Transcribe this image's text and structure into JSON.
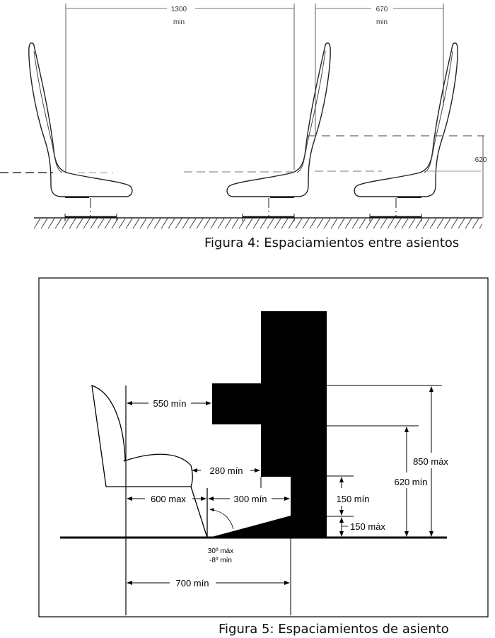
{
  "figure4": {
    "caption": "Figura 4: Espaciamientos entre asientos",
    "dims": {
      "spacing_facing": "1300",
      "spacing_facing_unit": "min",
      "spacing_row": "670",
      "spacing_row_unit": "min",
      "seat_height": "620"
    }
  },
  "figure5": {
    "caption": "Figura 5: Espaciamientos de asiento",
    "dims": {
      "d550": "550 mín",
      "d280": "280 mín",
      "d600": "600 max",
      "d300": "300 mín",
      "d150min": "150 mín",
      "d150max": "150 máx",
      "d620": "620 mín",
      "d850": "850 máx",
      "angle_max": "30º máx",
      "angle_min": "-8º mín",
      "d700": "700 mín"
    }
  }
}
